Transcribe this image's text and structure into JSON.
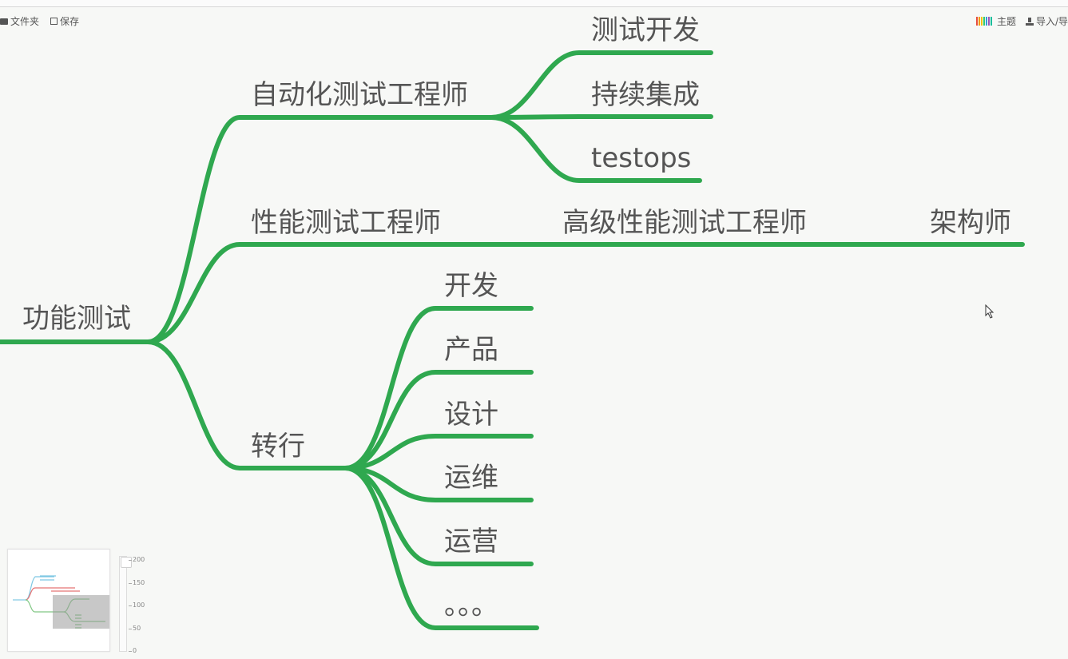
{
  "toolbar": {
    "folder_label": "文件夹",
    "save_label": "保存",
    "theme_label": "主题",
    "import_export_label": "导入/导",
    "theme_colors": [
      "#e74c3c",
      "#f39c12",
      "#f1c40f",
      "#2ecc71",
      "#3498db",
      "#9b59b6",
      "#1abc9c"
    ]
  },
  "mindmap": {
    "line_color": "#2fa84f",
    "text_color": "#555555",
    "root": "功能测试",
    "branches": {
      "automation": "自动化测试工程师",
      "performance": "性能测试工程师",
      "transition": "转行"
    },
    "automation_children": [
      "测试开发",
      "持续集成",
      "testops"
    ],
    "performance_chain": [
      "高级性能测试工程师",
      "架构师"
    ],
    "transition_children": [
      "开发",
      "产品",
      "设计",
      "运维",
      "运营",
      "。。。"
    ]
  },
  "zoom": {
    "ticks": [
      "200",
      "150",
      "100",
      "50",
      "0"
    ]
  }
}
